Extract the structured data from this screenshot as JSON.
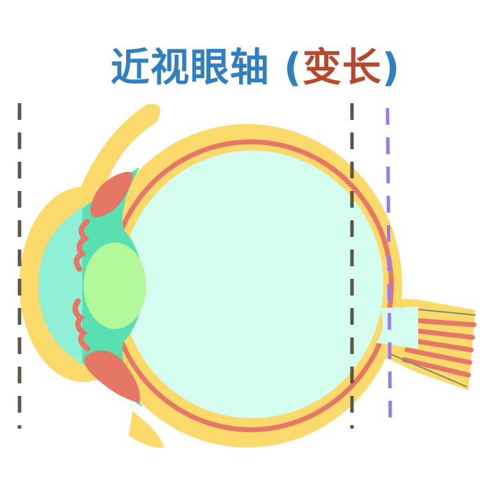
{
  "title": {
    "main": "近视眼轴",
    "open_paren": " (",
    "highlight": "变长",
    "close_paren": ")"
  },
  "colors": {
    "title_blue": "#2f7fc1",
    "title_red": "#b5492d",
    "sclera_yellow": "#fbd96b",
    "choroid_red": "#e57766",
    "vitreous": "#d4fdf0",
    "anterior_chamber": "#8ff0d6",
    "ciliary_green": "#5ae0b0",
    "lens": "#b3f89b",
    "normal_axis_line": "#5b5648",
    "extended_axis_line": "#9a7cf0"
  },
  "icons": [
    "eyeball-cross-section",
    "optic-nerve",
    "dashed-axis-marker"
  ]
}
